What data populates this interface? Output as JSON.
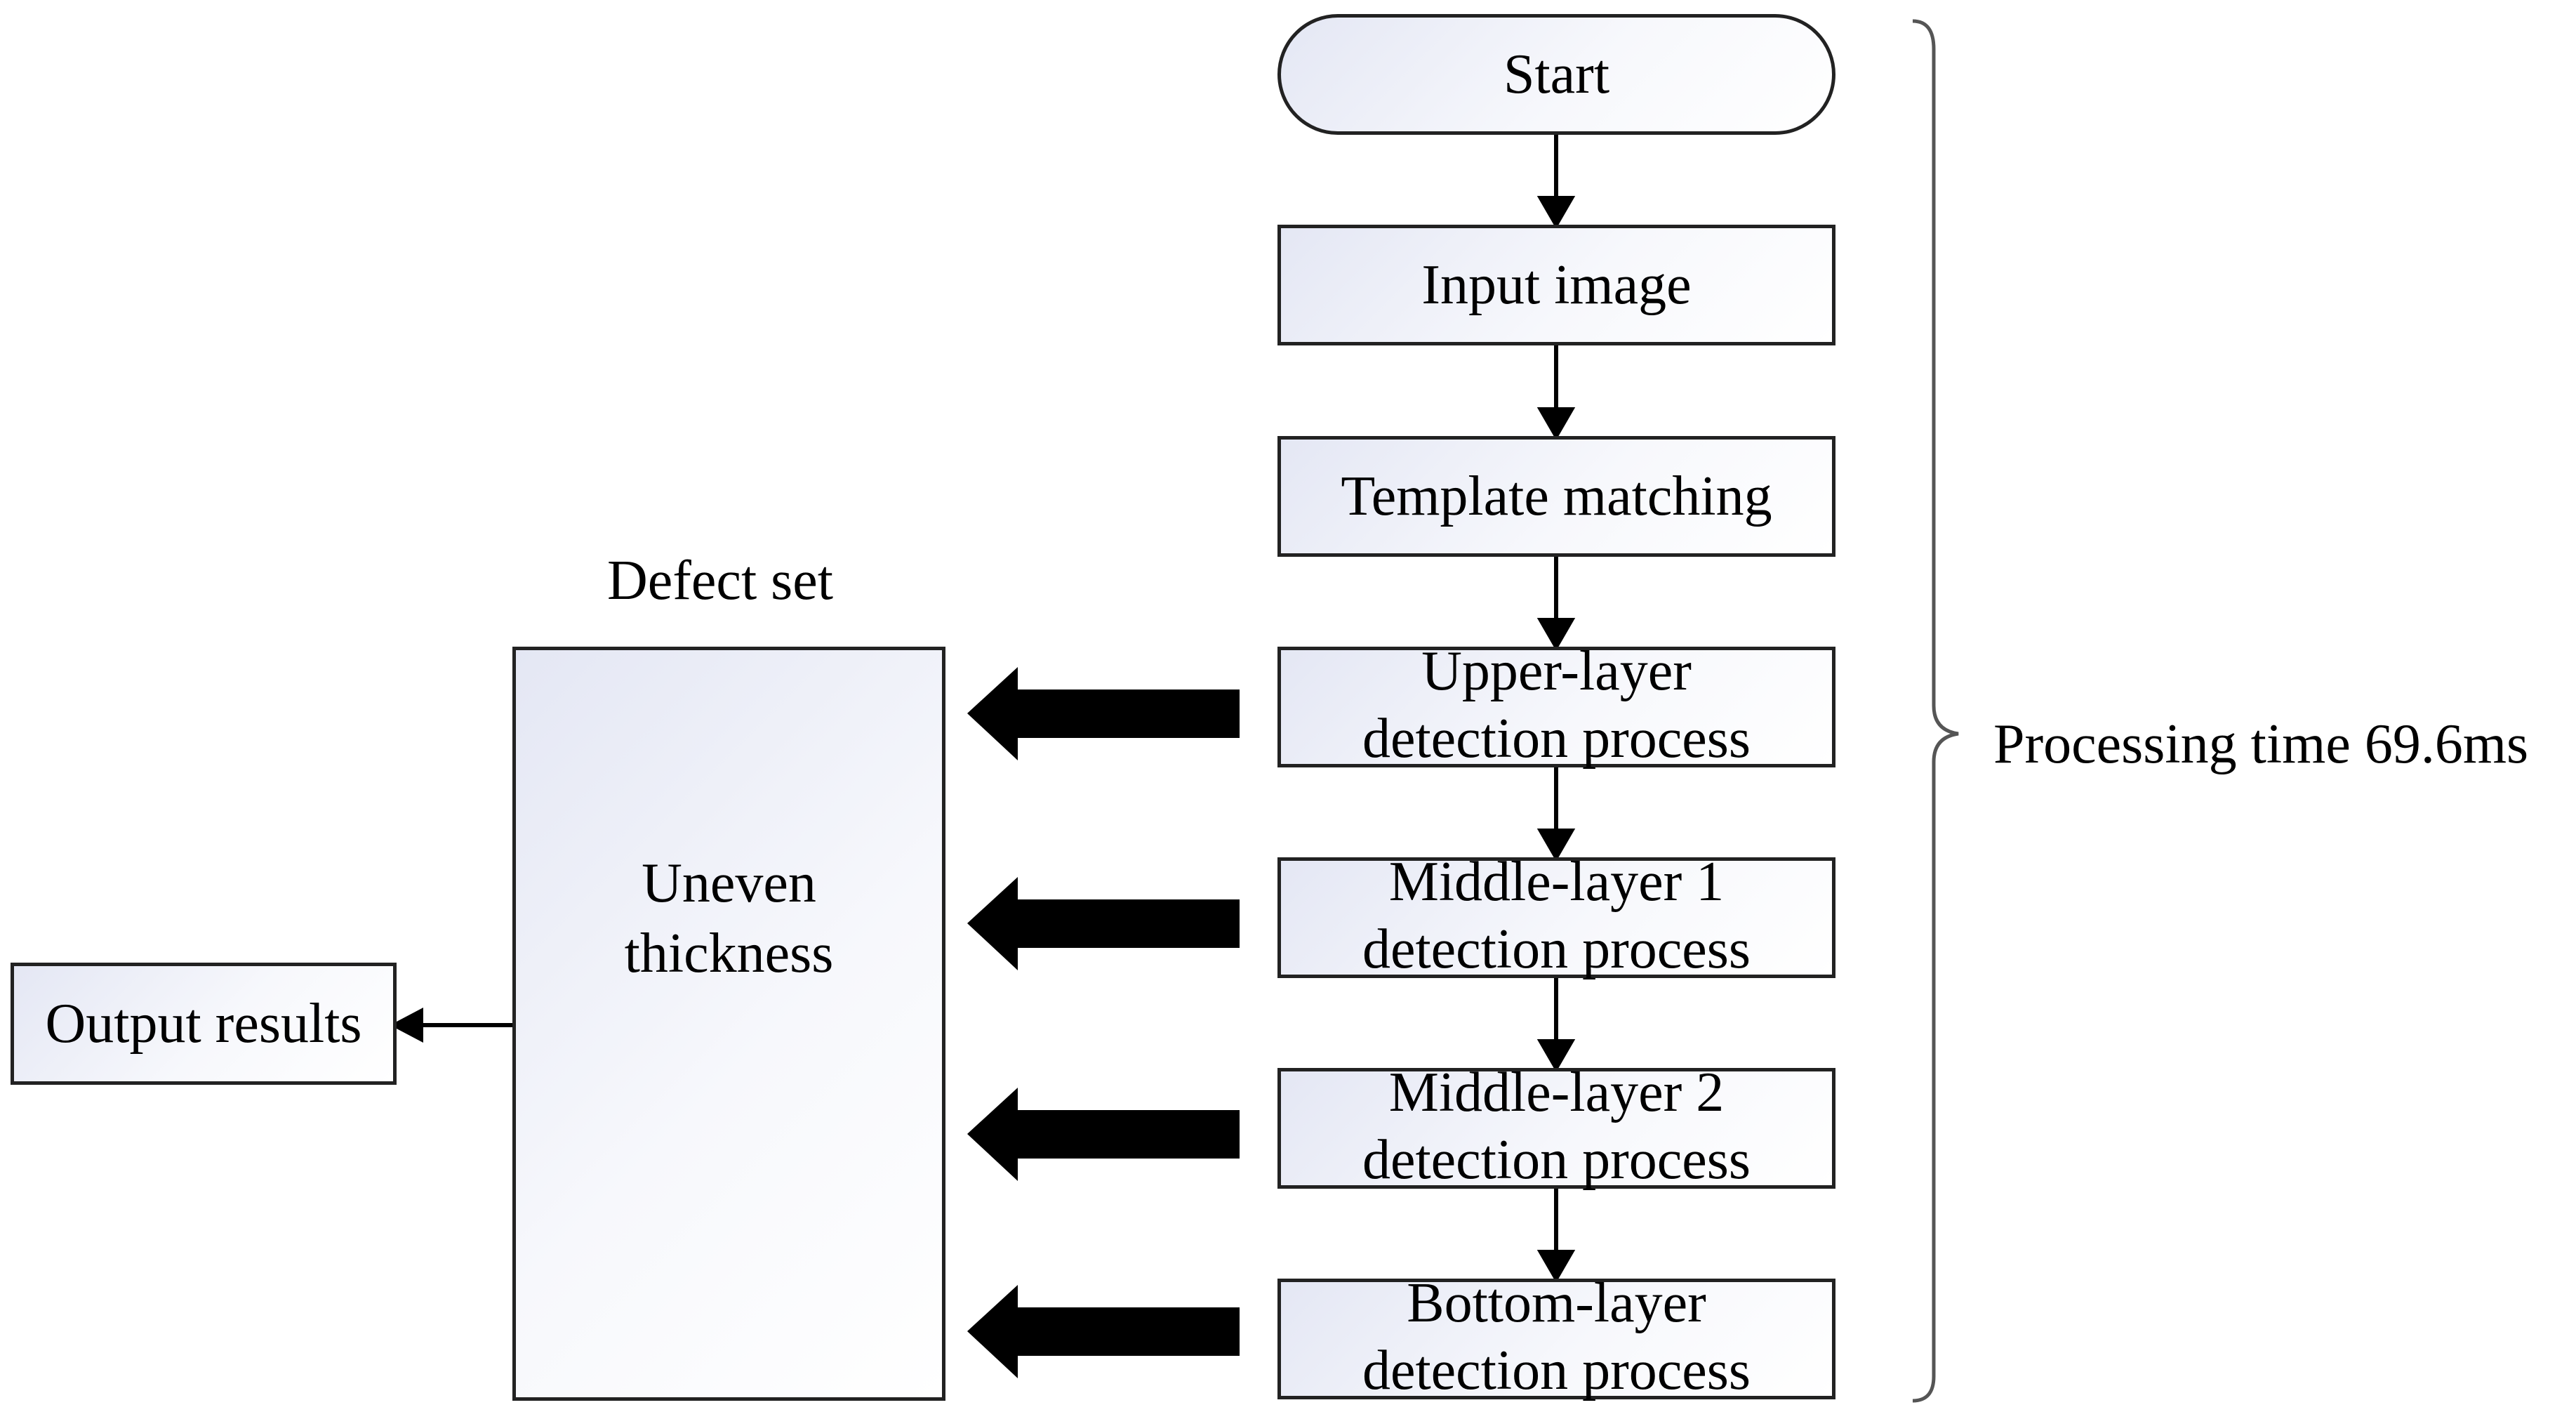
{
  "flow": {
    "start": "Start",
    "input_image": "Input image",
    "template_matching": "Template matching",
    "upper_layer": "Upper-layer\ndetection process",
    "middle_layer_1": "Middle-layer 1\ndetection process",
    "middle_layer_2": "Middle-layer 2\ndetection process",
    "bottom_layer": "Bottom-layer\ndetection process"
  },
  "defect_set": {
    "title": "Defect set",
    "item": "Uneven\nthickness"
  },
  "output": "Output results",
  "processing_time": "Processing time 69.6ms"
}
